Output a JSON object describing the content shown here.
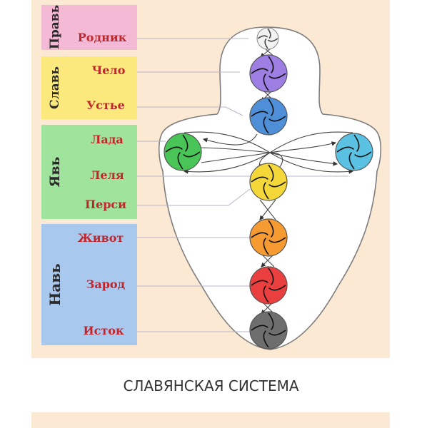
{
  "colors": {
    "page_bg": "#ffffff",
    "panel_bg": "#fbe9d4",
    "body_fill": "#ffffff",
    "body_stroke": "#7d7d7d",
    "label_text": "#c0262c",
    "group_text": "#2a2a2a",
    "leader_line": "#b9b5c8"
  },
  "groups": [
    {
      "name": "Правь",
      "color": "#f4b9d4"
    },
    {
      "name": "Славь",
      "color": "#fbe97e"
    },
    {
      "name": "Явь",
      "color": "#9fe39c"
    },
    {
      "name": "Навь",
      "color": "#a9c8ee"
    }
  ],
  "labels": [
    "Родник",
    "Чело",
    "Устье",
    "Лада",
    "Леля",
    "Перси",
    "Живот",
    "Зарод",
    "Исток"
  ],
  "chakras": [
    {
      "label": "Родник",
      "color": "#f2f2f2",
      "icon": "white-swirl"
    },
    {
      "label": "Чело",
      "color": "#9d7ee3",
      "icon": "violet-swirl"
    },
    {
      "label": "Устье",
      "color": "#4f8fd8",
      "icon": "blue-swirl"
    },
    {
      "label": "Лада",
      "color": "#49c456",
      "icon": "green-swirl"
    },
    {
      "label": "Леля",
      "color": "#5ac1e3",
      "icon": "light-blue-swirl"
    },
    {
      "label": "Перси",
      "color": "#f4d83a",
      "icon": "yellow-swirl"
    },
    {
      "label": "Живот",
      "color": "#f69a32",
      "icon": "orange-swirl"
    },
    {
      "label": "Зарод",
      "color": "#ea3f3f",
      "icon": "red-swirl"
    },
    {
      "label": "Исток",
      "color": "#6e6e6e",
      "icon": "gray-swirl"
    }
  ],
  "caption": "СЛАВЯНСКАЯ СИСТЕМА"
}
